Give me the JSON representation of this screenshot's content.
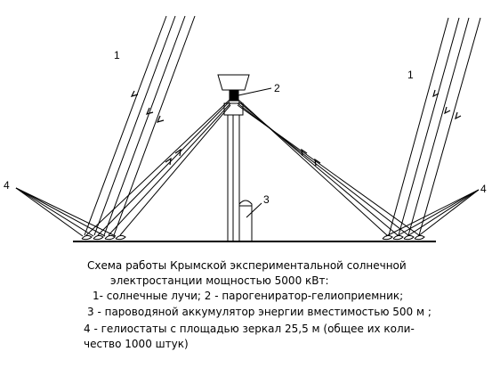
{
  "labels": {
    "rays": "1",
    "receiver": "2",
    "accumulator": "3",
    "heliostats": "4"
  },
  "caption": {
    "line1": "Схема работы Крымской экспериментальной солнечной",
    "line2": "электростанции мощностью 5000 кВт:",
    "line3": "1- солнечные лучи; 2 - парогениратор-гелиоприемник;",
    "line4": "3 - пароводяной аккумулятор энергии вместимостью 500 м ;",
    "line5": "4 - гелиостаты с площадью зеркал 25,5 м  (общее их коли-",
    "line6": "чество 1000 штук)"
  }
}
